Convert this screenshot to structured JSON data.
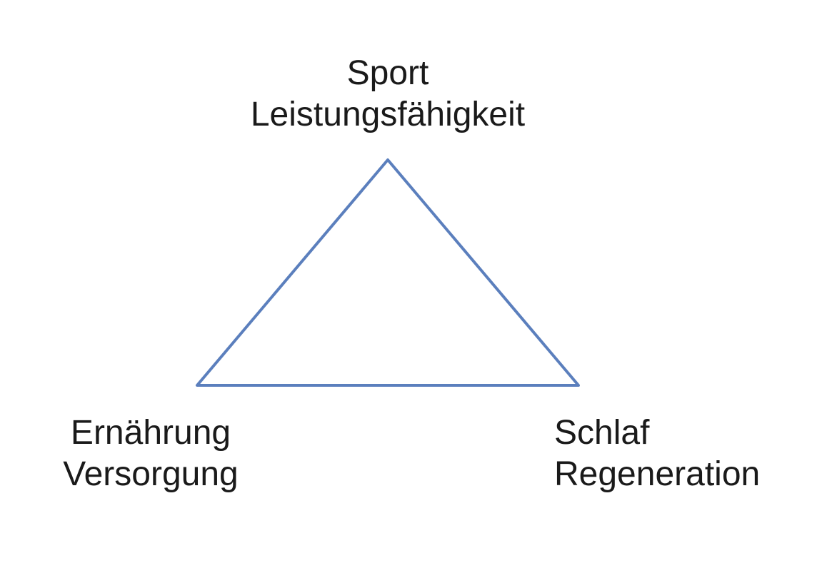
{
  "diagram": {
    "shape": "triangle",
    "line_color": "#5b7fbd",
    "vertices": {
      "top": {
        "line1": "Sport",
        "line2": "Leistungsfähigkeit"
      },
      "bottom_left": {
        "line1": "Ernährung",
        "line2": "Versorgung"
      },
      "bottom_right": {
        "line1": "Schlaf",
        "line2": "Regeneration"
      }
    }
  }
}
